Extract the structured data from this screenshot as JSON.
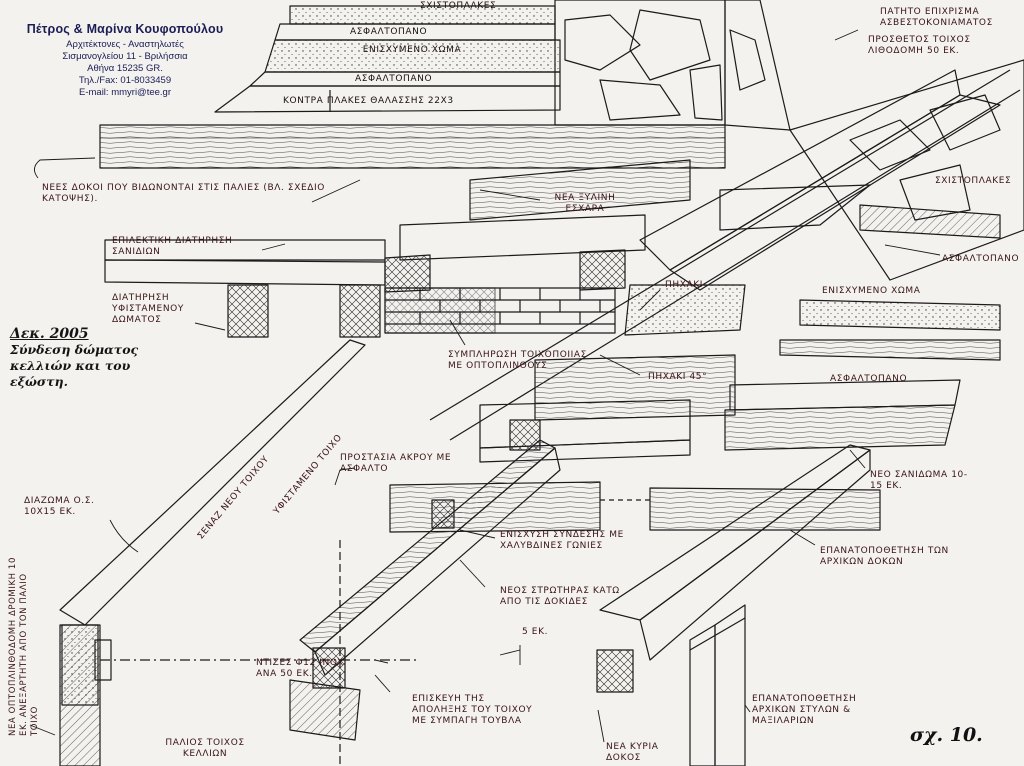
{
  "header": {
    "firm": "Πέτρος & Μαρίνα Κουφοπούλου",
    "profession": "Αρχιτέκτονες - Αναστηλωτές",
    "address": "Σισμανογλείου 11 - Βριλήσσια",
    "city": "Αθήνα 15235 GR.",
    "phone": "Τηλ./Fax: 01-8033459",
    "email": "E-mail: mmyri@tee.gr"
  },
  "title": {
    "date": "Δεκ. 2005",
    "line1": "Σύνδεση δώματος",
    "line2": "κελλιών και του",
    "line3": "εξώστη."
  },
  "sheet_number": "σχ. 10.",
  "annotations": {
    "sxistoplakes_top": "ΣΧΙΣΤΟΠΛΑΚΕΣ",
    "asfaltopano_top": "ΑΣΦΑΛΤΟΠΑΝΟ",
    "enisxymeno_top": "ΕΝΙΣΧΥΜΕΝΟ ΧΩΜΑ",
    "asfaltopano_top2": "ΑΣΦΑΛΤΟΠΑΝΟ",
    "kontra_plakes": "ΚΟΝΤΡΑ ΠΛΑΚΕΣ ΘΑΛΑΣΣΗΣ 22Χ3",
    "existing_roof": "ΠΑΤΗΤΟ ΕΠΙΧΡΙΣΜΑ ΑΣΒΕΣΤΟΚΟΝΙΑΜΑΤΟΣ",
    "new_wall": "ΠΡΟΣΘΕΤΟΣ ΤΟΙΧΟΣ ΛΙΘΟΔΟΜΗ 50 ΕΚ.",
    "new_beams": "ΝΕΕΣ ΔΟΚΟΙ ΠΟΥ ΒΙΔΩΝΟΝΤΑΙ ΣΤΙΣ ΠΑΛΙΕΣ (ΒΛ. ΣΧΕΔΙΟ ΚΑΤΟΨΗΣ).",
    "new_grate": "ΝΕΑ ΞΥΛΙΝΗ ΕΣΧΑΡΑ",
    "sxistoplakes_right": "ΣΧΙΣΤΟΠΛΑΚΕΣ",
    "asfaltopano_right": "ΑΣΦΑΛΤΟΠΑΝΟ",
    "selective_boards": "ΕΠΙΛΕΚΤΙΚΗ ΔΙΑΤΗΡΗΣΗ ΣΑΝΙΔΙΩΝ",
    "pichaki_1": "ΠΗΧΑΚΙ",
    "enisxymeno_right": "ΕΝΙΣΧΥΜΕΝΟ ΧΩΜΑ",
    "existing_roof_kept": "ΔΙΑΤΗΡΗΣΗ ΥΦΙΣΤΑΜΕΝΟΥ ΔΩΜΑΤΟΣ",
    "masonry_fill": "ΣΥΜΠΛΗΡΩΣΗ ΤΟΙΧΟΠΟΙΙΑΣ ΜΕ ΟΠΤΟΠΛΙΝΘΟΥΣ",
    "asfaltopano_mid": "ΑΣΦΑΛΤΟΠΑΝΟ",
    "pichaki_2": "ΠΗΧΑΚΙ 45°",
    "new_wall_diag": "ΣΕΝΑΖ ΝΕΟΥ ΤΟΙΧΟΥ",
    "existing_diag": "ΥΦΙΣΤΑΜΕΝΟ ΤΟΙΧΟ",
    "edge_protection": "ΠΡΟΣΤΑΣΙΑ ΑΚΡΟΥ ΜΕ ΑΣΦΑΛΤΟ",
    "new_boarding": "ΝΕΟ ΣΑΝΙΔΩΜΑ 10-15 ΕΚ.",
    "diazoma": "ΔΙΑΖΩΜΑ Ο.Σ. 10Χ15 ΕΚ.",
    "steel_angles": "ΕΝΙΣΧΥΣΗ ΣΥΝΔΕΣΗΣ ΜΕ ΧΑΛΥΒΔΙΝΕΣ ΓΩΝΙΕΣ",
    "replace_beams": "ΕΠΑΝΑΤΟΠΟΘΕΤΗΣΗ ΤΩΝ ΑΡΧΙΚΩΝ ΔΟΚΩΝ",
    "new_sleeper": "ΝΕΟΣ ΣΤΡΩΤΗΡΑΣ ΚΑΤΩ ΑΠΟ ΤΙΣ ΔΟΚΙΔΕΣ",
    "new_masonry_vertical": "ΝΕΑ ΟΠΤΟΠΛΙΝΘΟΔΟΜΗ ΔΡΟΜΙΚΗ 10 ΕΚ. ΑΝΕΞΑΡΤΗΤΗ ΑΠΟ ΤΟΝ ΠΑΛΙΟ ΤΟΙΧΟ",
    "dim_5": "5 ΕΚ.",
    "inox_bolts": "ΝΤΙΖΕΣ Φ12 INOX ΑΝΑ 50 ΕΚ.",
    "repair_plaster": "ΕΠΙΣΚΕΥΗ ΤΗΣ ΑΠΟΛΗΞΗΣ ΤΟΥ ΤΟΙΧΟΥ ΜΕ ΣΥΜΠΑΓΗ ΤΟΥΒΛΑ",
    "old_wall": "ΠΑΛΙΟΣ ΤΟΙΧΟΣ ΚΕΛΛΙΩΝ",
    "new_main_beam": "ΝΕΑ ΚΥΡΙΑ ΔΟΚΟΣ",
    "replace_posts": "ΕΠΑΝΑΤΟΠΟΘΕΤΗΣΗ ΑΡΧΙΚΩΝ ΣΤΥΛΩΝ & ΜΑΞΙΛΑΡΙΩΝ"
  },
  "ink": {
    "line": "#1c1a1a",
    "label": "#3a1414",
    "header": "#1b1d55",
    "paper": "#f3f2ef"
  }
}
